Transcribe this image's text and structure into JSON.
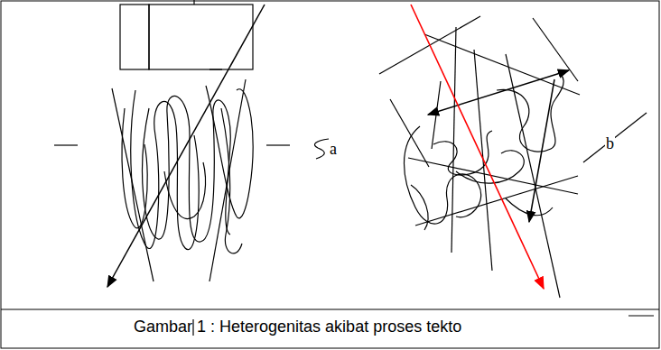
{
  "diagram": {
    "caption": "Gambar 1 : Heterogenitas akibat proses tekto",
    "labels": [
      "a",
      "b"
    ]
  }
}
